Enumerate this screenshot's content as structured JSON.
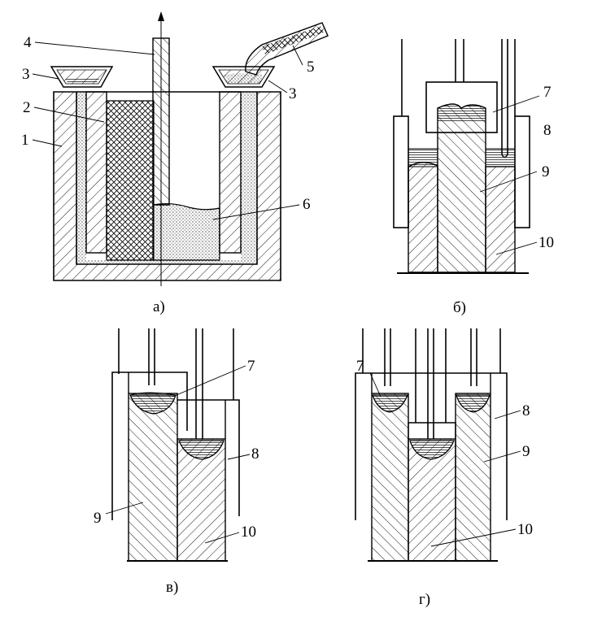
{
  "figure": {
    "labels_a": [
      "1",
      "2",
      "3",
      "3",
      "4",
      "5",
      "6"
    ],
    "labels_b": [
      "7",
      "8",
      "9",
      "10"
    ],
    "labels_v": [
      "7",
      "8",
      "9",
      "10"
    ],
    "labels_g": [
      "7",
      "8",
      "9",
      "10"
    ],
    "captions": [
      "а)",
      "б)",
      "в)",
      "г)"
    ]
  }
}
